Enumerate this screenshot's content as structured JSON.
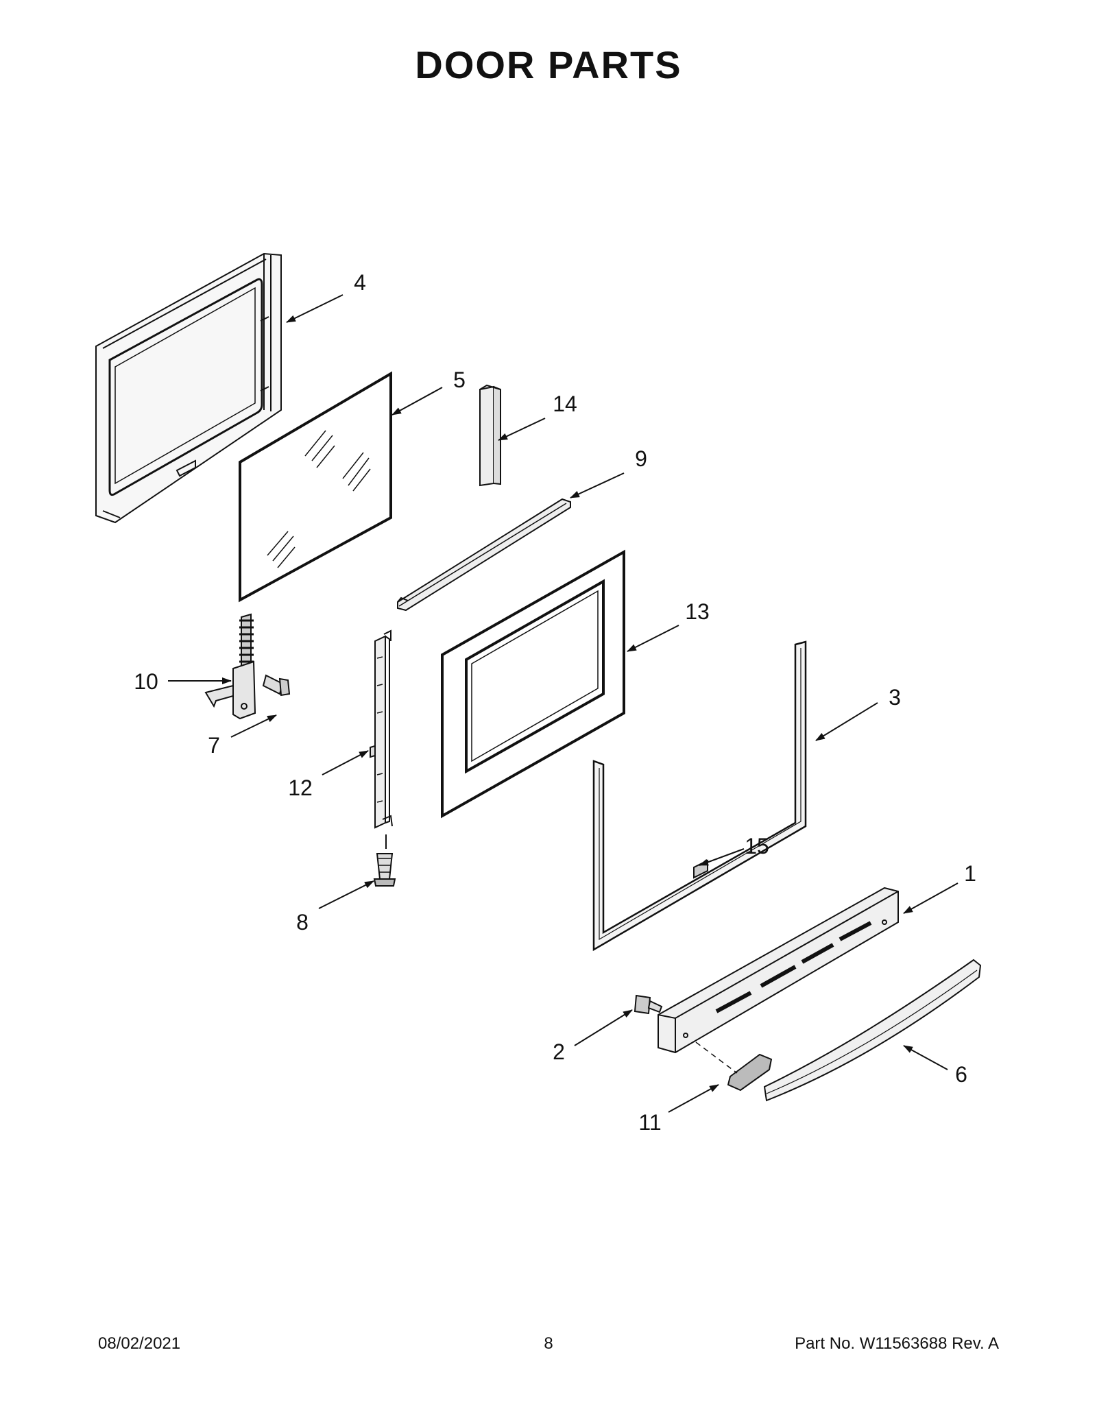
{
  "title": "DOOR PARTS",
  "callouts": [
    {
      "number": "1",
      "part": "door-bottom-trim"
    },
    {
      "number": "2",
      "part": "screw"
    },
    {
      "number": "3",
      "part": "door-outer-frame"
    },
    {
      "number": "4",
      "part": "inner-door-liner"
    },
    {
      "number": "5",
      "part": "inner-glass"
    },
    {
      "number": "6",
      "part": "door-handle"
    },
    {
      "number": "7",
      "part": "hinge-screw"
    },
    {
      "number": "8",
      "part": "screw"
    },
    {
      "number": "9",
      "part": "door-top-trim"
    },
    {
      "number": "10",
      "part": "door-hinge"
    },
    {
      "number": "11",
      "part": "handle-end-cap"
    },
    {
      "number": "12",
      "part": "side-channel"
    },
    {
      "number": "13",
      "part": "outer-glass"
    },
    {
      "number": "14",
      "part": "spacer"
    },
    {
      "number": "15",
      "part": "badge"
    }
  ],
  "footer": {
    "date": "08/02/2021",
    "page": "8",
    "part_no": "Part No.  W11563688  Rev.  A"
  }
}
